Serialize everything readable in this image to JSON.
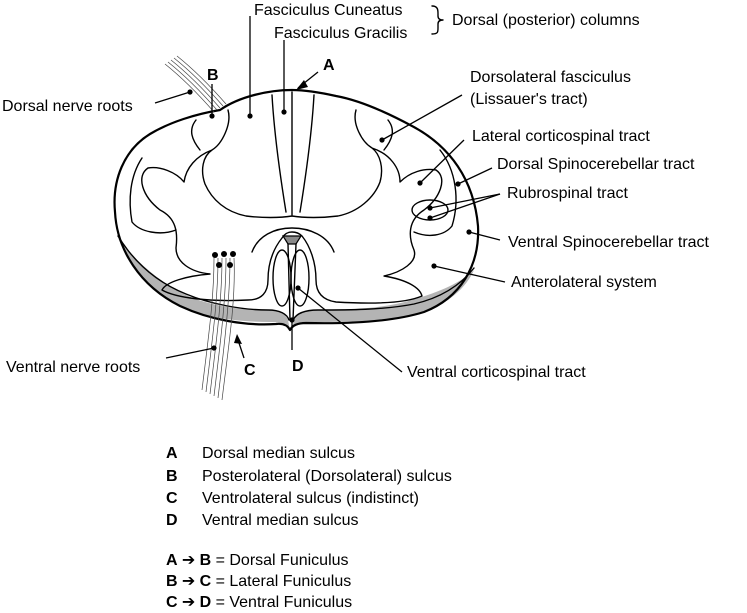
{
  "top_labels": {
    "fasciculus_cuneatus": "Fasciculus Cuneatus",
    "fasciculus_gracilis": "Fasciculus Gracilis",
    "dorsal_columns": "Dorsal (posterior) columns"
  },
  "left_labels": {
    "dorsal_nerve_roots": "Dorsal nerve roots",
    "ventral_nerve_roots": "Ventral nerve roots"
  },
  "right_labels": {
    "dorsolateral_fasciculus_1": "Dorsolateral fasciculus",
    "dorsolateral_fasciculus_2": "(Lissauer's tract)",
    "lateral_corticospinal": "Lateral corticospinal tract",
    "dorsal_spinocerebellar": "Dorsal Spinocerebellar  tract",
    "rubrospinal": "Rubrospinal tract",
    "ventral_spinocerebellar": "Ventral Spinocerebellar  tract",
    "anterolateral": "Anterolateral system",
    "ventral_corticospinal": "Ventral corticospinal tract"
  },
  "markers": {
    "A": "A",
    "B": "B",
    "C": "C",
    "D": "D"
  },
  "key": [
    {
      "letter": "A",
      "text": "Dorsal median sulcus"
    },
    {
      "letter": "B",
      "text": "Posterolateral (Dorsolateral) sulcus"
    },
    {
      "letter": "C",
      "text": "Ventrolateral sulcus (indistinct)"
    },
    {
      "letter": "D",
      "text": "Ventral median sulcus"
    }
  ],
  "funiculi": [
    {
      "from": "A",
      "to": "B",
      "text": "= Dorsal Funiculus"
    },
    {
      "from": "B",
      "to": "C",
      "text": "= Lateral Funiculus"
    },
    {
      "from": "C",
      "to": "D",
      "text": "= Ventral Funiculus"
    }
  ],
  "colors": {
    "pia_shading": "#b4b4b4",
    "line": "#000000"
  }
}
